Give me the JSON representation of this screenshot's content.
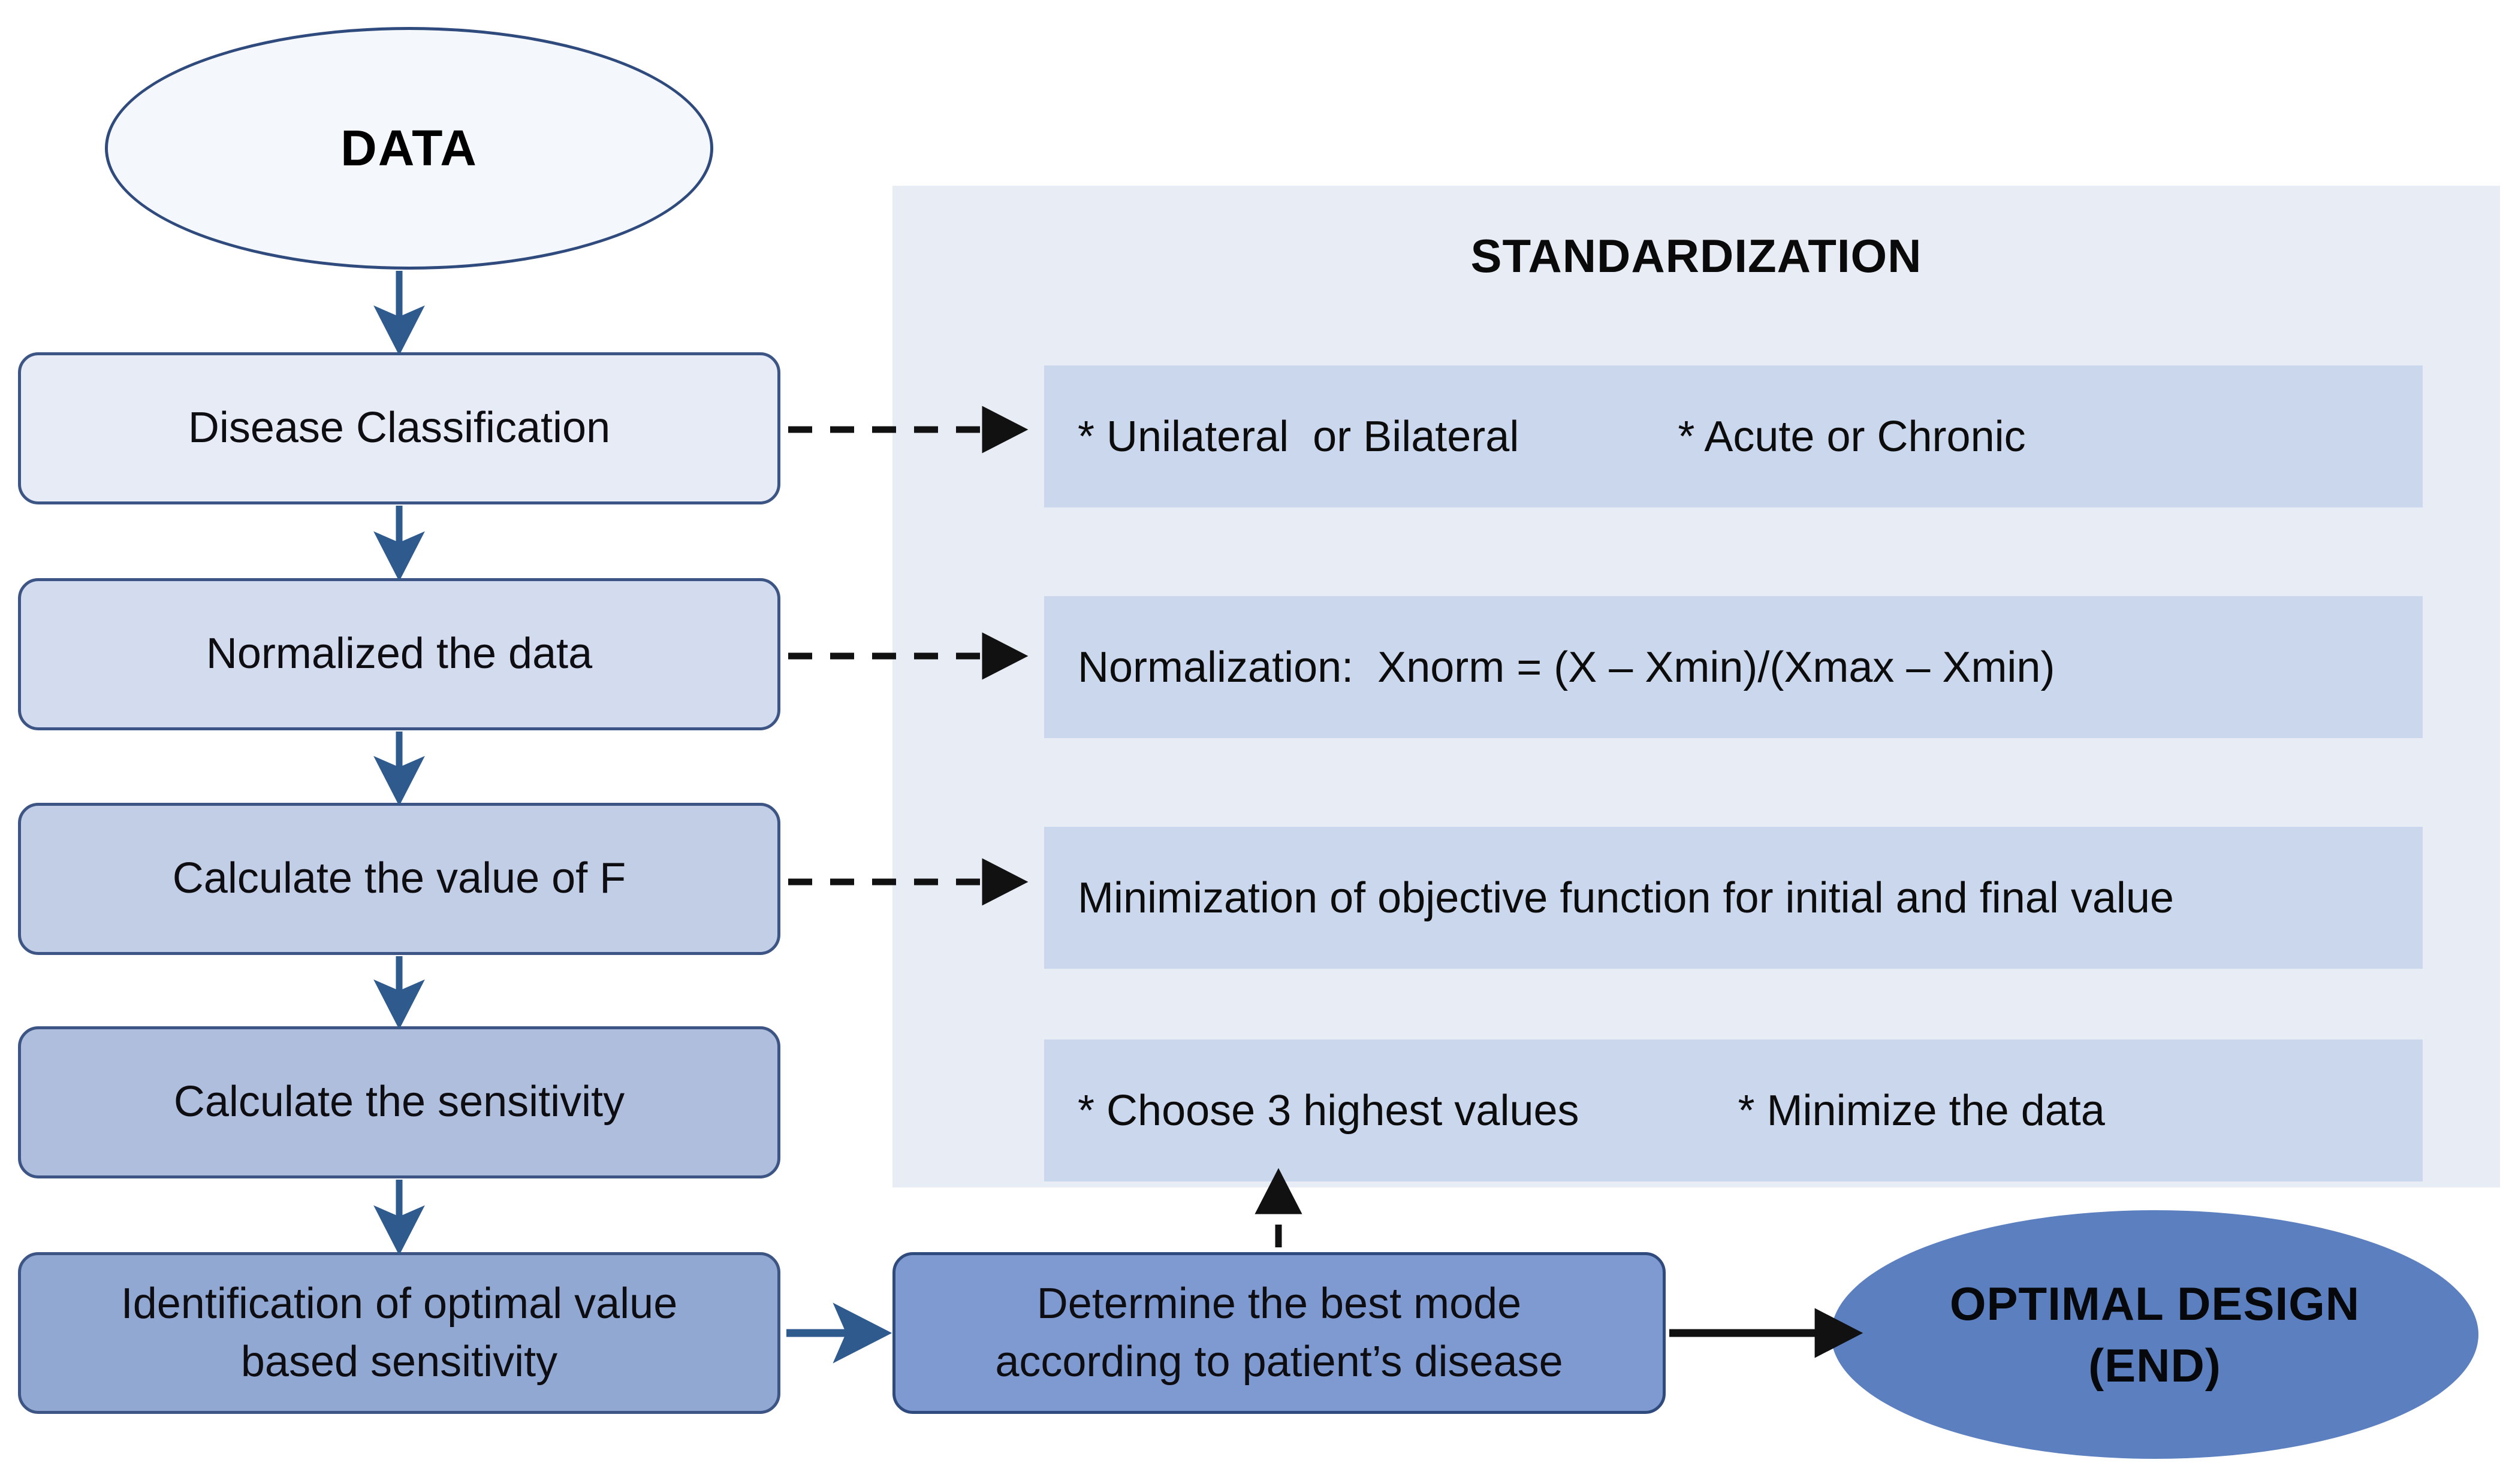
{
  "diagram": {
    "title": "Optimization workflow flowchart",
    "start_node": {
      "label": "DATA"
    },
    "end_node": {
      "line1": "OPTIMAL DESIGN",
      "line2": "(END)"
    },
    "process_steps": [
      {
        "id": "step-1",
        "label": "Disease Classification"
      },
      {
        "id": "step-2",
        "label": "Normalized the data"
      },
      {
        "id": "step-3",
        "label": "Calculate the value of F"
      },
      {
        "id": "step-4",
        "label": "Calculate the sensitivity"
      },
      {
        "id": "step-5",
        "line1": "Identification of optimal value",
        "line2": "based sensitivity"
      }
    ],
    "decision_step": {
      "line1": "Determine the best mode",
      "line2": "according to patient’s disease"
    },
    "standardization": {
      "title": "STANDARDIZATION",
      "rows": [
        {
          "id": "std-1",
          "columns": [
            "* Unilateral  or Bilateral",
            "* Acute or Chronic"
          ]
        },
        {
          "id": "std-2",
          "columns": [
            "Normalization:  Xnorm = (X – Xmin)/(Xmax – Xmin)"
          ]
        },
        {
          "id": "std-3",
          "columns": [
            "Minimization of objective function for initial and final value"
          ]
        },
        {
          "id": "std-4",
          "columns": [
            "* Choose 3 highest values",
            "* Minimize the data"
          ]
        }
      ]
    },
    "colors": {
      "panel_background": "#E8ECF4",
      "panel_row": "#CBD7EC",
      "box_border": "#3C5585",
      "box_fill_1": "#E6EBF5",
      "box_fill_2": "#D3DCEE",
      "box_fill_3": "#C2CEE6",
      "box_fill_4": "#AEBEDC",
      "box_fill_5": "#91A8D3",
      "box_fill_6": "#7F9AD0",
      "end_node_fill": "#5B7FBF",
      "start_node_fill": "#F4F7FC",
      "arrow_blue": "#2E5A8E",
      "arrow_black": "#111111"
    }
  }
}
